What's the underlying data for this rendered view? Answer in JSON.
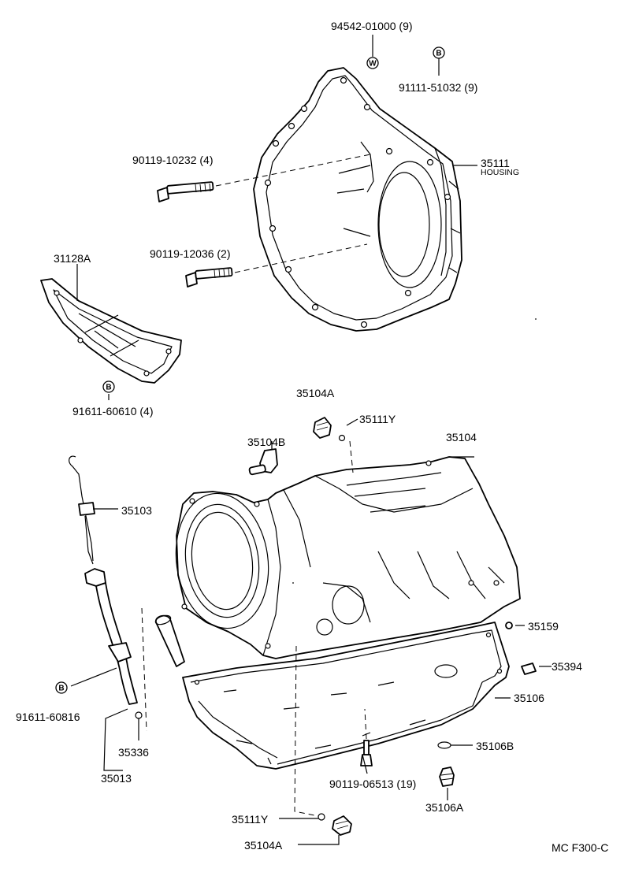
{
  "labels": {
    "p_94542": "94542-01000 (9)",
    "p_91111": "91111-51032 (9)",
    "p_90119_10232": "90119-10232 (4)",
    "p_35111": "35111",
    "p_housing": "HOUSING",
    "p_90119_12036": "90119-12036 (2)",
    "p_31128A": "31128A",
    "p_91611_60610": "91611-60610 (4)",
    "p_35104A_top": "35104A",
    "p_35111Y_top": "35111Y",
    "p_35104B": "35104B",
    "p_35104": "35104",
    "p_35103": "35103",
    "p_35159": "35159",
    "p_35394": "35394",
    "p_91611_60816": "91611-60816",
    "p_35106": "35106",
    "p_35336": "35336",
    "p_35013": "35013",
    "p_35106B": "35106B",
    "p_90119_06513": "90119-06513 (19)",
    "p_35106A": "35106A",
    "p_35111Y_bottom": "35111Y",
    "p_35104A_bottom": "35104A",
    "diagram_code": "MC F300-C"
  },
  "symbols": {
    "w": "W",
    "b": "B"
  }
}
